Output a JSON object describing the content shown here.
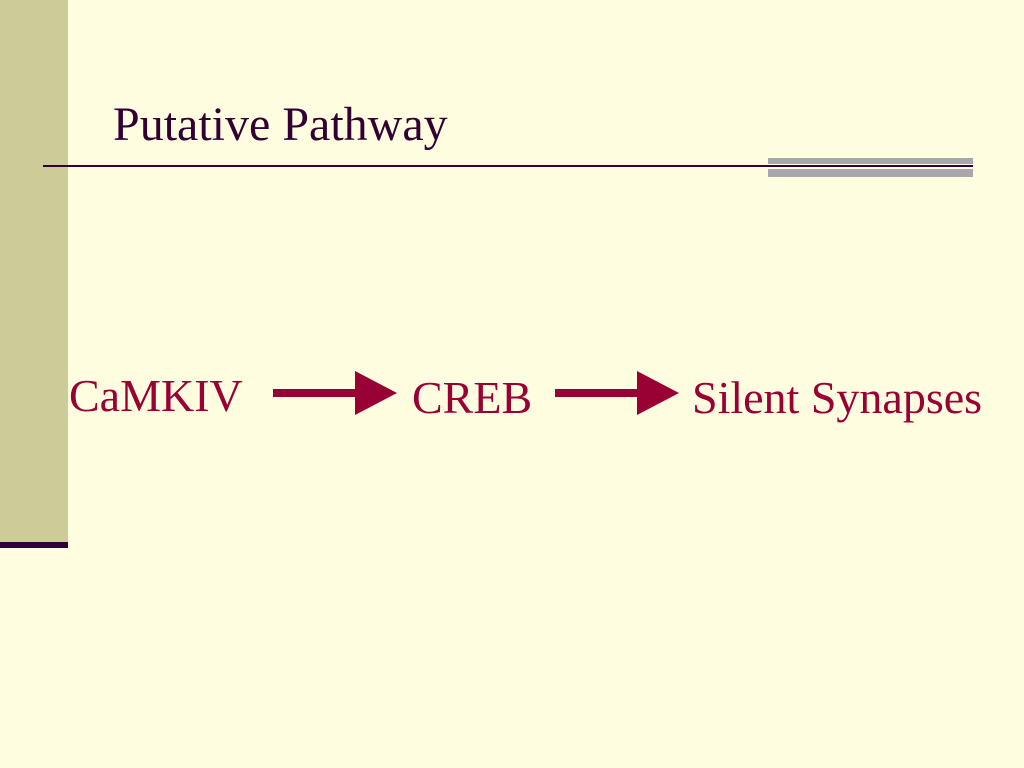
{
  "slide": {
    "title": "Putative Pathway",
    "colors": {
      "background": "#FFFDE0",
      "sidebar": "#CCCC99",
      "title_text": "#330033",
      "pathway_text": "#990033",
      "accent_gray": "#A8A8AC"
    }
  },
  "pathway": {
    "nodes": [
      "CaMKIV",
      "CREB",
      "Silent Synapses"
    ],
    "connector_icon": "right-arrow-icon"
  }
}
